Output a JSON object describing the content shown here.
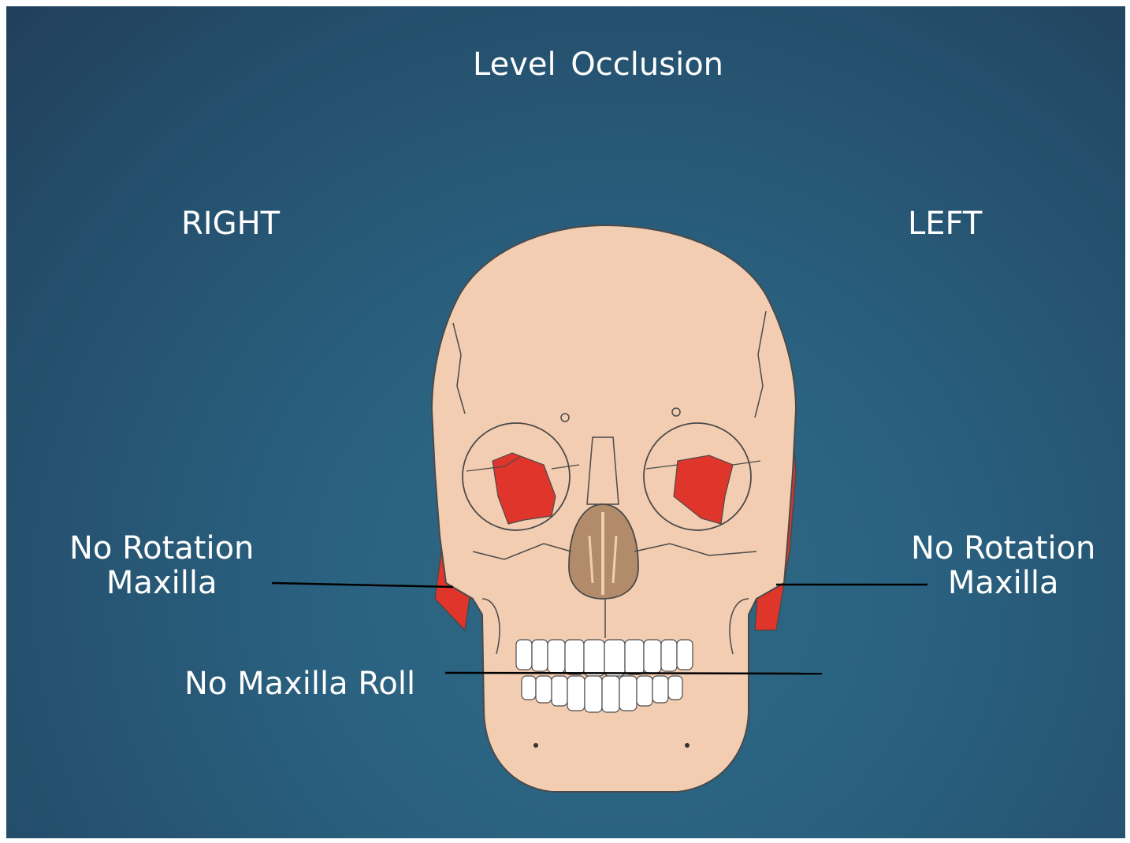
{
  "title": "Level  Occlusion",
  "side_labels": {
    "right": "RIGHT",
    "left": "LEFT"
  },
  "annotations": {
    "rotation_right": {
      "line1": "No Rotation",
      "line2": "Maxilla"
    },
    "rotation_left": {
      "line1": "No Rotation",
      "line2": "Maxilla"
    },
    "roll": "No Maxilla Roll"
  },
  "colors": {
    "background": "#2a6180",
    "bone": "#f3cdb1",
    "highlight": "#e0352a",
    "outline": "#4a4a4a",
    "nasal": "#b28b6a",
    "text": "#ffffff"
  }
}
